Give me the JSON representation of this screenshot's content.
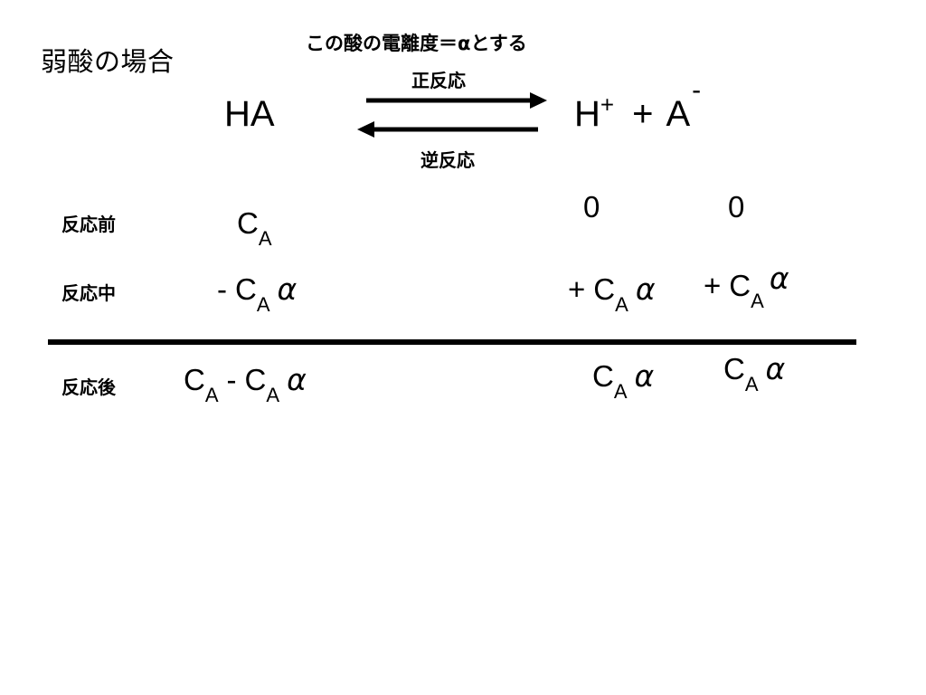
{
  "slide": {
    "title": "弱酸の場合",
    "annotation": {
      "prefix": "この酸の電離度＝",
      "symbol": "α",
      "suffix": "とする"
    }
  },
  "reaction": {
    "forward_label": "正反応",
    "reverse_label": "逆反応",
    "reactant": "HA",
    "product_h": "H",
    "product_h_charge": "+",
    "plus": "+",
    "product_a": "A",
    "product_a_charge": "-"
  },
  "table": {
    "row_labels": {
      "before": "反応前",
      "during": "反応中",
      "after": "反応後"
    },
    "before": {
      "left": {
        "c": "C",
        "sub": "A"
      },
      "h": "0",
      "a": "0"
    },
    "during": {
      "left": {
        "op": "-",
        "c": "C",
        "sub": "A",
        "alpha": "α"
      },
      "h": {
        "op": "+",
        "c": "C",
        "sub": "A",
        "alpha": "α"
      },
      "a": {
        "op": "+",
        "c": "C",
        "sub": "A",
        "alpha": "α"
      }
    },
    "after": {
      "left": {
        "c1": "C",
        "sub1": "A",
        "op": "-",
        "c2": "C",
        "sub2": "A",
        "alpha": "α"
      },
      "h": {
        "c": "C",
        "sub": "A",
        "alpha": "α"
      },
      "a": {
        "c": "C",
        "sub": "A",
        "alpha": "α"
      }
    }
  },
  "colors": {
    "ink": "#000000",
    "background": "#ffffff"
  }
}
